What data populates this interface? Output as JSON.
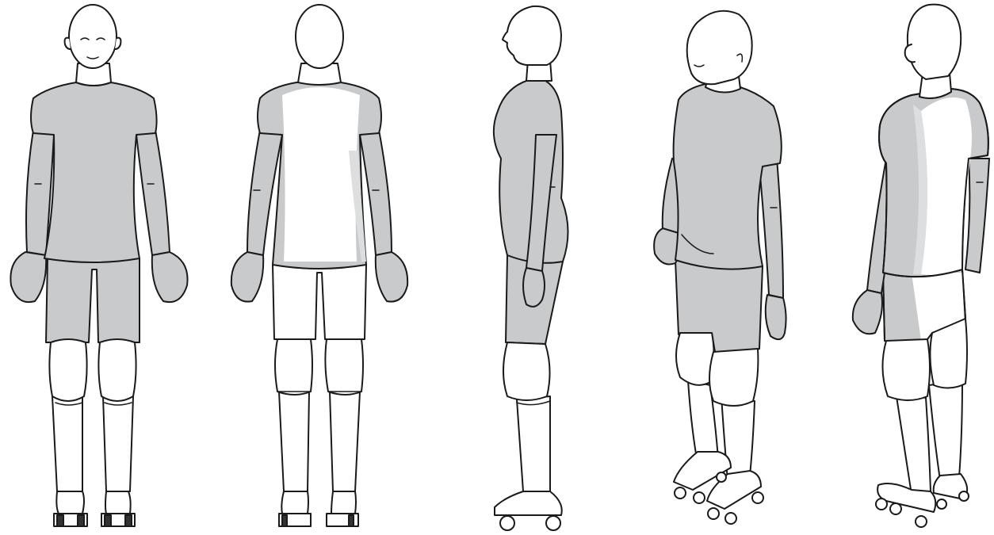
{
  "figures": [
    {
      "view": "front"
    },
    {
      "view": "back"
    },
    {
      "view": "side"
    },
    {
      "view": "three-quarter-front"
    },
    {
      "view": "three-quarter-back"
    }
  ],
  "colors": {
    "garment": "#c8cacc",
    "garment_highlight": "#dcdee0",
    "outline": "#1a1a1a",
    "skin": "#ffffff",
    "wheel_dark": "#333333"
  }
}
